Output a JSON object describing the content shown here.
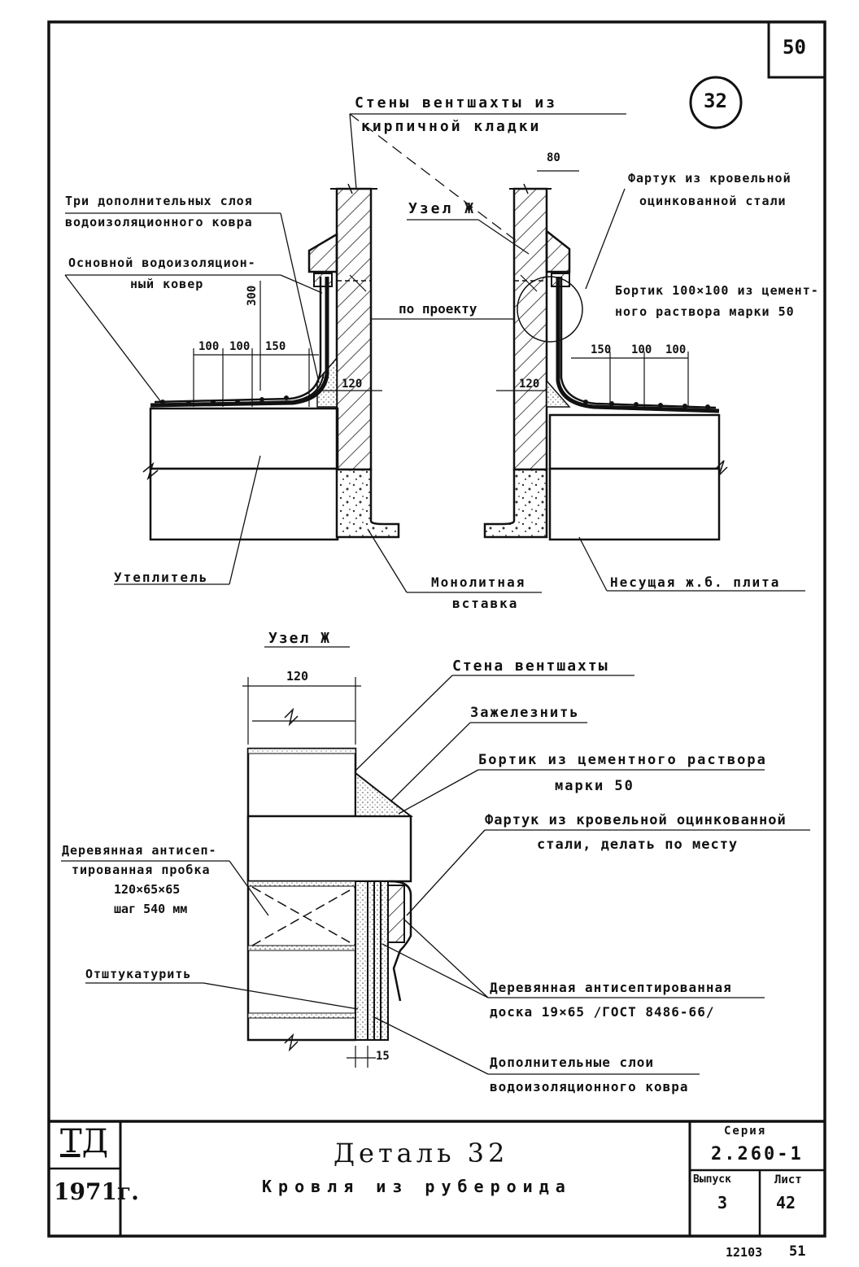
{
  "sheet": {
    "page_number": "50",
    "detail_badge": "32",
    "footnote_left": "12103",
    "footnote_right": "51"
  },
  "title_block": {
    "org": "ТД",
    "year": "1971г.",
    "title": "Деталь 32",
    "subtitle": "Кровля из рубероида",
    "series_label": "Серия",
    "series_value": "2.260-1",
    "issue_label": "Выпуск",
    "issue_value": "3",
    "sheet_label": "Лист",
    "sheet_value": "42"
  },
  "section": {
    "label_walls": [
      "Стены вентшахты из",
      "кирпичной кладки"
    ],
    "label_extra_layers": [
      "Три дополнительных слоя",
      "водоизоляционного ковра"
    ],
    "label_main_carpet": [
      "Основной водоизоляцион-",
      "ный ковер"
    ],
    "label_node": "Узел Ж",
    "label_by_project": "по проекту",
    "label_apron": [
      "Фартук из кровельной",
      "оцинкованной стали"
    ],
    "label_curb": [
      "Бортик 100×100 из цемент-",
      "ного раствора марки 50"
    ],
    "label_insulation": "Утеплитель",
    "label_insert": [
      "Монолитная",
      "вставка"
    ],
    "label_slab": "Несущая ж.б. плита",
    "dims": {
      "wall_top": "80",
      "height_300": "300",
      "wall_left": "120",
      "wall_right": "120",
      "left_seq": [
        "100",
        "100",
        "150"
      ],
      "right_seq": [
        "150",
        "100",
        "100"
      ]
    }
  },
  "node": {
    "title": "Узел Ж",
    "dim_wall": "120",
    "dim_bottom": "15",
    "label_wall": "Стена вентшахты",
    "label_iron": "Зажелезнить",
    "label_curb": [
      "Бортик из цементного раствора",
      "марки 50"
    ],
    "label_apron": [
      "Фартук из кровельной оцинкованной",
      "стали, делать по месту"
    ],
    "label_plug": [
      "Деревянная антисеп-",
      "тированная пробка",
      "120×65×65",
      "шаг 540 мм"
    ],
    "label_plaster": "Отштукатурить",
    "label_board": [
      "Деревянная антисептированная",
      "доска 19×65 /ГОСТ 8486-66/"
    ],
    "label_layers": [
      "Дополнительные слои",
      "водоизоляционного ковра"
    ]
  }
}
